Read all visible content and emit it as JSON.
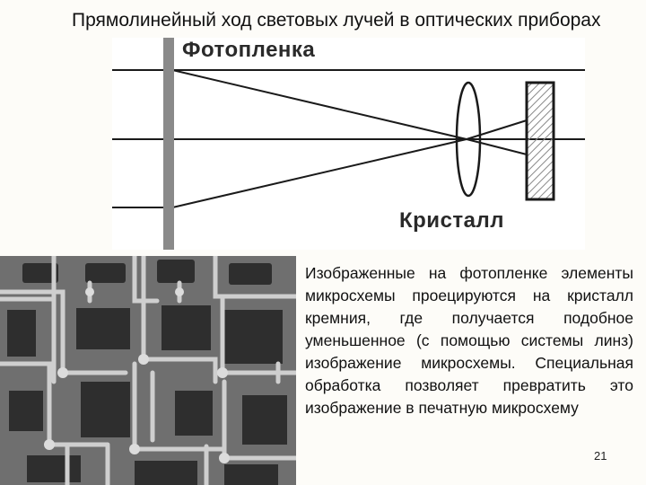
{
  "slide": {
    "title": "Прямолинейный ход световых лучей в оптических приборах",
    "diagram": {
      "label_film": "Фотопленка",
      "label_crystal": "Кристалл"
    },
    "description": "Изображенные на фотопленке элементы микросхемы проецируются на кристалл кремния, где получается подобное уменьшенное (с помощью системы линз) изображение микросхемы. Специальная обработка позволяет превратить это изображение в печатную микросхему",
    "page_number": "21"
  },
  "colors": {
    "film_bar": "#8a8a8a",
    "line": "#1a1a1a",
    "crystal_fill": "#cfcfcf",
    "photo_dark": "#2e2e2e",
    "photo_trace": "#c8c8c8"
  }
}
